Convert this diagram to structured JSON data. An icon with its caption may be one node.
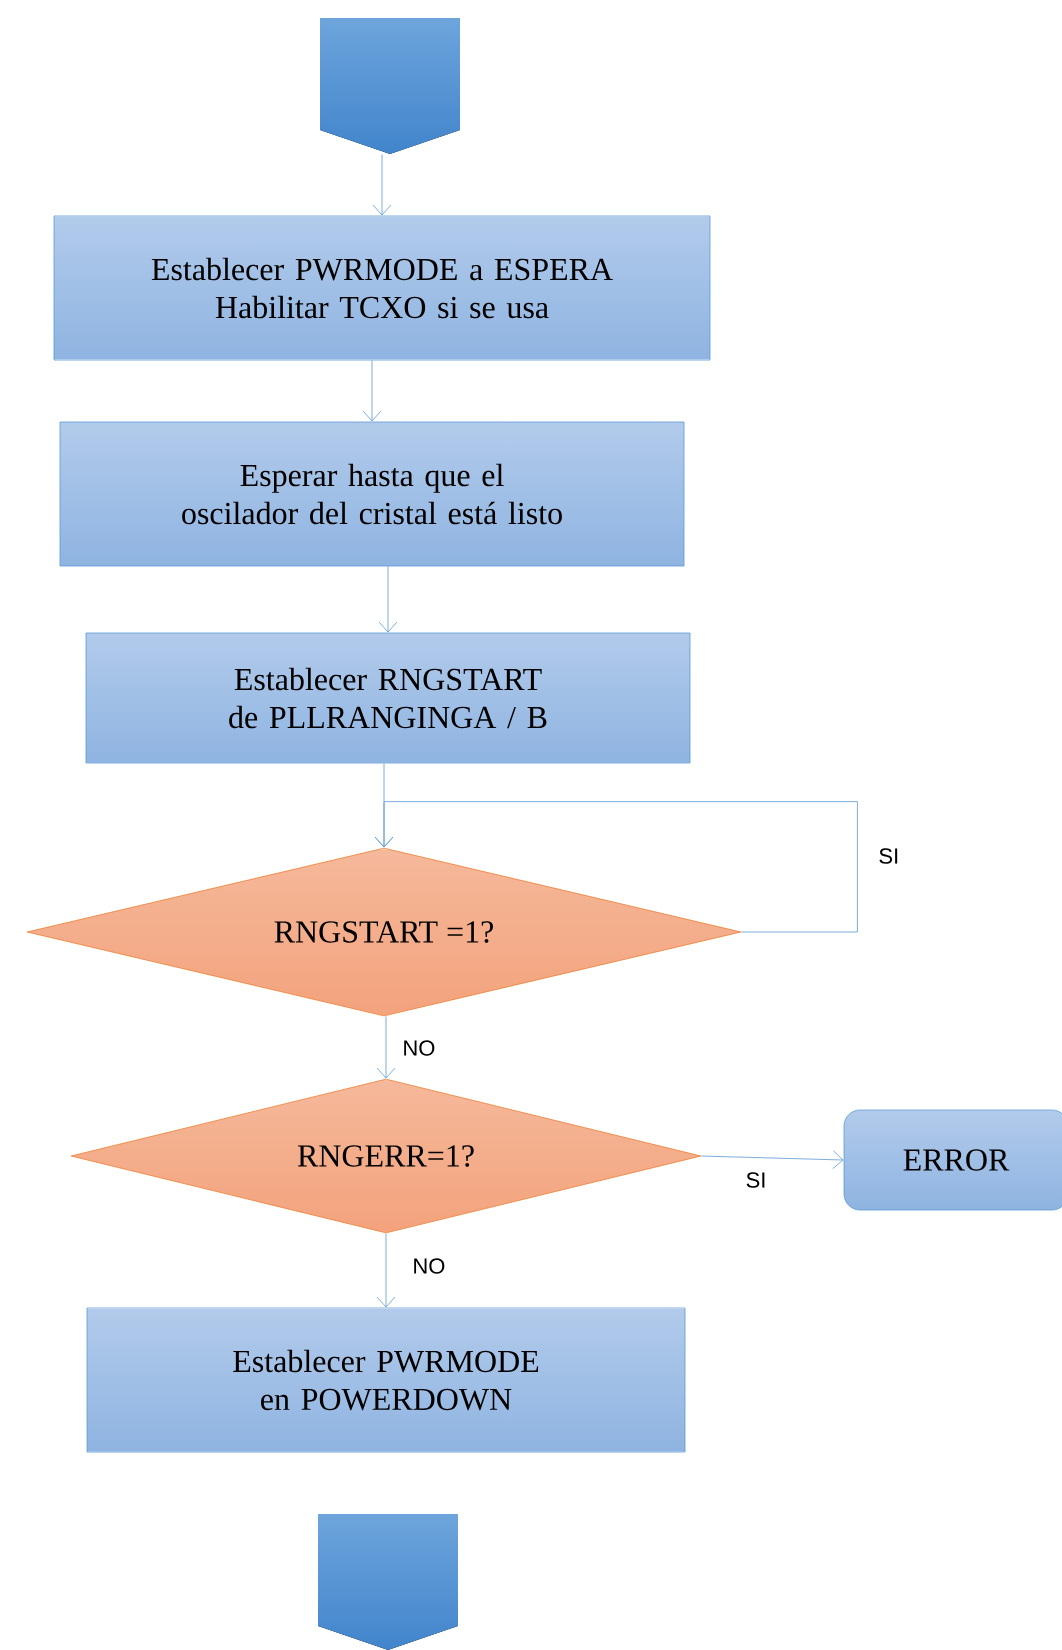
{
  "diagram": {
    "nodes": [
      {
        "text": [],
        "shape": "pentagon"
      },
      {
        "text": [
          "Establecer PWRMODE a ESPERA",
          "Habilitar TCXO si se usa"
        ]
      },
      {
        "text": [
          "Esperar hasta que el oscilador del cristal está listo"
        ]
      },
      {
        "text": [
          "Establecer RNGSTART de PLLRANGINGA / B"
        ]
      },
      {
        "text": [
          "RNGSTART =1?"
        ]
      },
      {
        "text": [
          "RNGERR=1?"
        ]
      },
      {
        "text": [
          "ERROR"
        ]
      },
      {
        "text": [
          "Establecer PWRMODE en POWERDOWN"
        ]
      },
      {
        "text": [],
        "shape": "pentagon"
      }
    ],
    "edges": [
      {
        "from": 0,
        "to": 1,
        "arrow": "to"
      },
      {
        "from": 1,
        "to": 2,
        "arrow": "to"
      },
      {
        "from": 2,
        "to": 3,
        "arrow": "to"
      },
      {
        "from": 3,
        "to": 4,
        "arrow": "to"
      },
      {
        "from": 4,
        "to": 4,
        "arrow": "to",
        "label": "SI"
      },
      {
        "from": 4,
        "to": 5,
        "arrow": "to",
        "label": "NO"
      },
      {
        "from": 5,
        "to": 6,
        "arrow": "to",
        "label": "SI"
      },
      {
        "from": 5,
        "to": 7,
        "arrow": "to",
        "label": "NO"
      }
    ]
  }
}
